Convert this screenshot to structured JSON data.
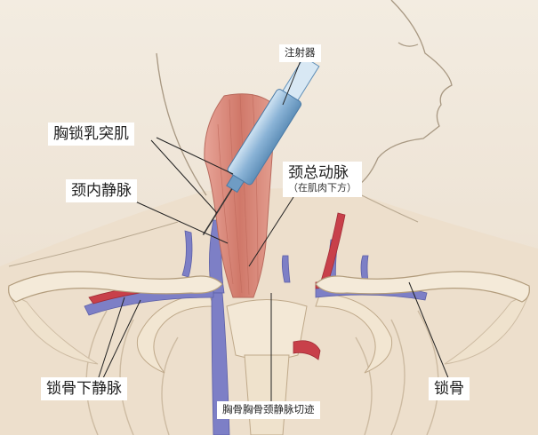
{
  "labels": {
    "syringe": "注射器",
    "scm": "胸锁乳突肌",
    "ijv": "颈内静脉",
    "cca": "颈总动脉",
    "cca_note": "（在肌肉下方）",
    "subclavian_vein": "锁骨下静脉",
    "clavicle": "锁骨",
    "notch": "胸骨胸骨颈静脉切迹"
  },
  "colors": {
    "background": "#efe6d8",
    "muscle": "#d98a7e",
    "vein": "#7d7fc6",
    "artery": "#c8404a",
    "bone": "#f4ead9",
    "syringe": "#8ab3d6"
  }
}
